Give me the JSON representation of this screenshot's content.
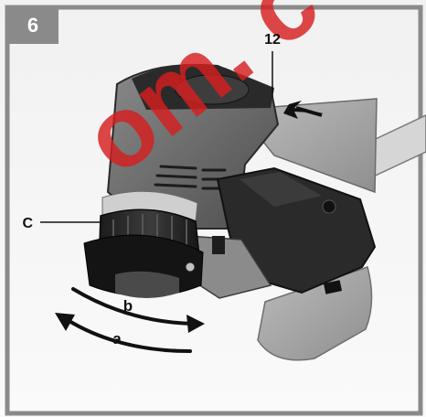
{
  "figure": {
    "number": "6",
    "callouts": {
      "part_12": "12",
      "part_c": "C",
      "direction_a": "a",
      "direction_b": "b"
    }
  },
  "watermark": {
    "text": "om. c"
  },
  "colors": {
    "frame": "#8a8a8a",
    "badge": "#8a8a8a",
    "watermark": "#d61f1f",
    "housing_dark": "#2a2a2a",
    "housing_mid": "#6e6e6e",
    "shield": "#a9a9a9"
  }
}
